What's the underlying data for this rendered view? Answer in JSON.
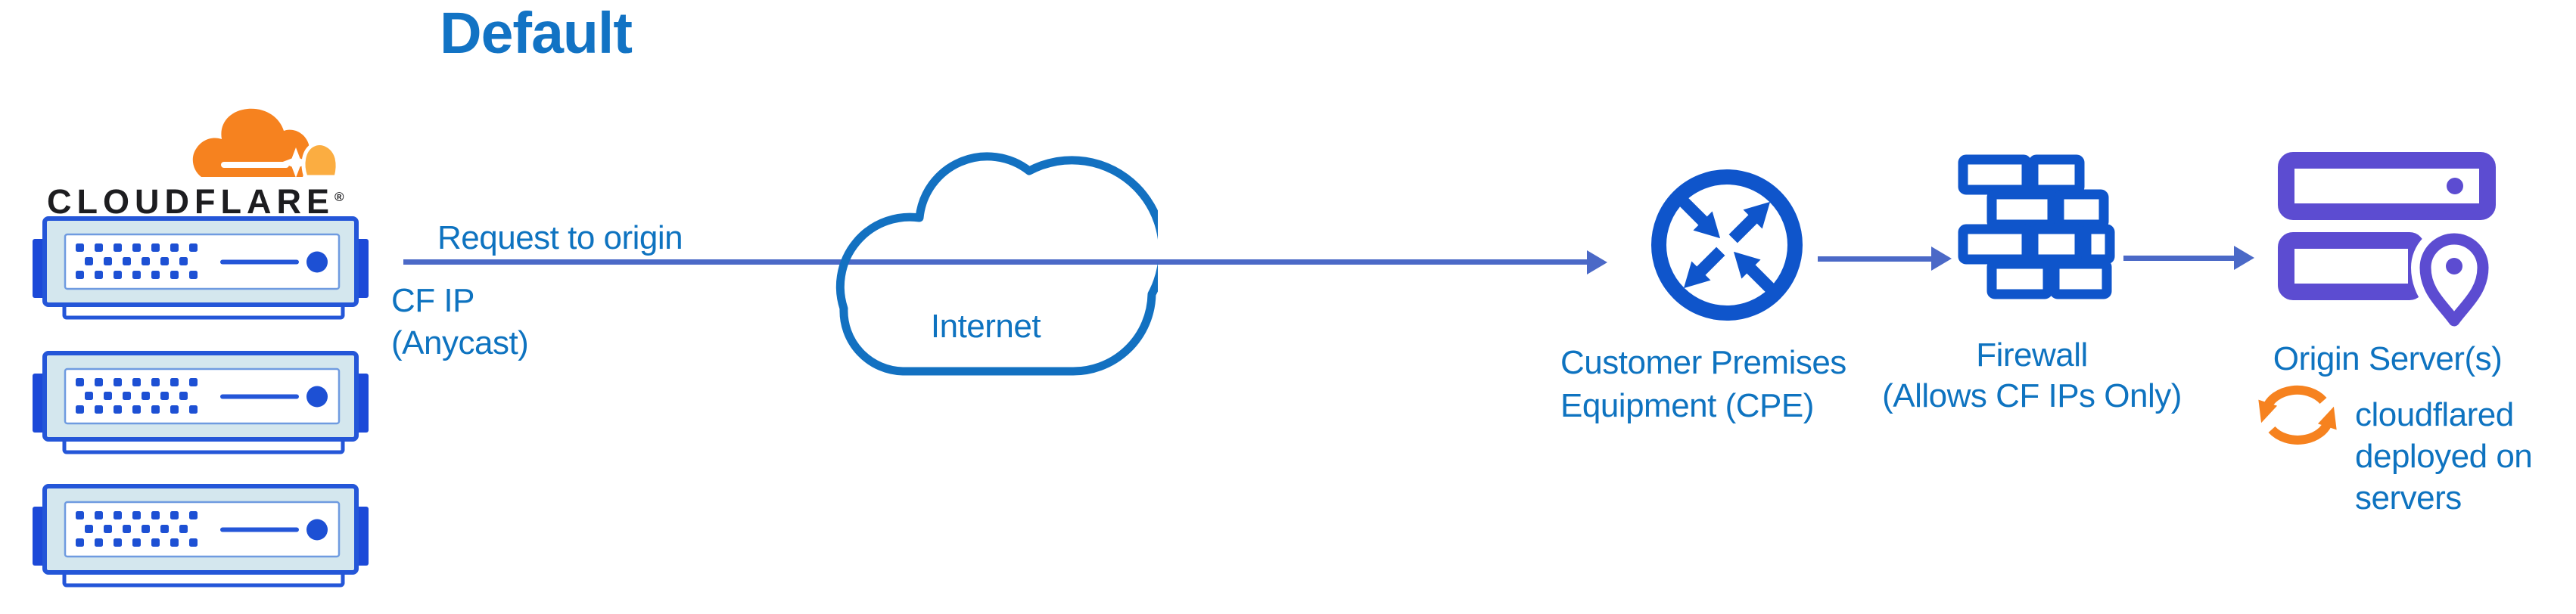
{
  "title": "Default",
  "brand": {
    "wordmark": "CLOUDFLARE",
    "registered": "®"
  },
  "edge": {
    "request_label": "Request to origin",
    "cf_ip_lines": [
      "CF IP",
      "(Anycast)"
    ]
  },
  "nodes": {
    "internet": {
      "label": "Internet"
    },
    "cpe": {
      "label_lines": [
        "Customer Premises",
        "Equipment (CPE)"
      ]
    },
    "firewall": {
      "label_lines": [
        "Firewall",
        "(Allows CF IPs Only)"
      ]
    },
    "origin": {
      "label": "Origin Server(s)",
      "note_lines": [
        "cloudflared",
        "deployed on",
        "servers"
      ]
    }
  },
  "colors": {
    "title_blue": "#1273c4",
    "label_blue": "#0e73c0",
    "arrow_slate_blue": "#4b69c7",
    "icon_blue": "#0f55cb",
    "cloud_outline_blue": "#1371c1",
    "server_border_blue": "#2456d8",
    "server_tab_blue": "#1c49d8",
    "server_dot_blue": "#1d50d4",
    "server_pale_cyan": "#d4e7ee",
    "origin_purple": "#5c4cd1",
    "cf_orange": "#f6821f",
    "cf_orange_light": "#fbad41",
    "wordmark_black": "#1d1d20"
  }
}
